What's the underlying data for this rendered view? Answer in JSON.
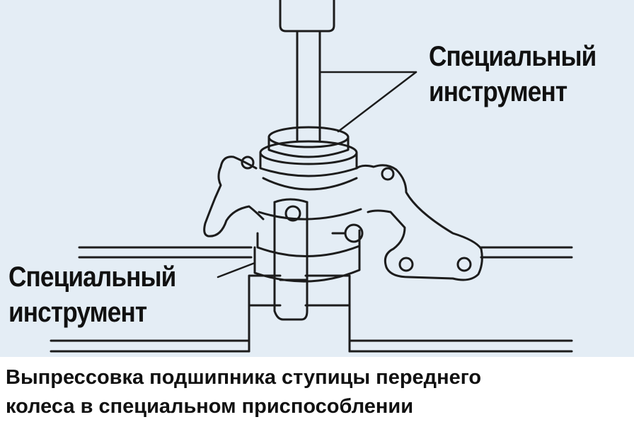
{
  "diagram": {
    "label_top": [
      "Специальный",
      "инструмент"
    ],
    "label_left": [
      "Специальный",
      "инструмент"
    ]
  },
  "caption": {
    "line1": "Выпрессовка подшипника ступицы переднего",
    "line2": "колеса в специальном приспособлении"
  },
  "colors": {
    "background": "#e4edf5",
    "line": "#1c1c1c",
    "caption_background": "#ffffff"
  }
}
